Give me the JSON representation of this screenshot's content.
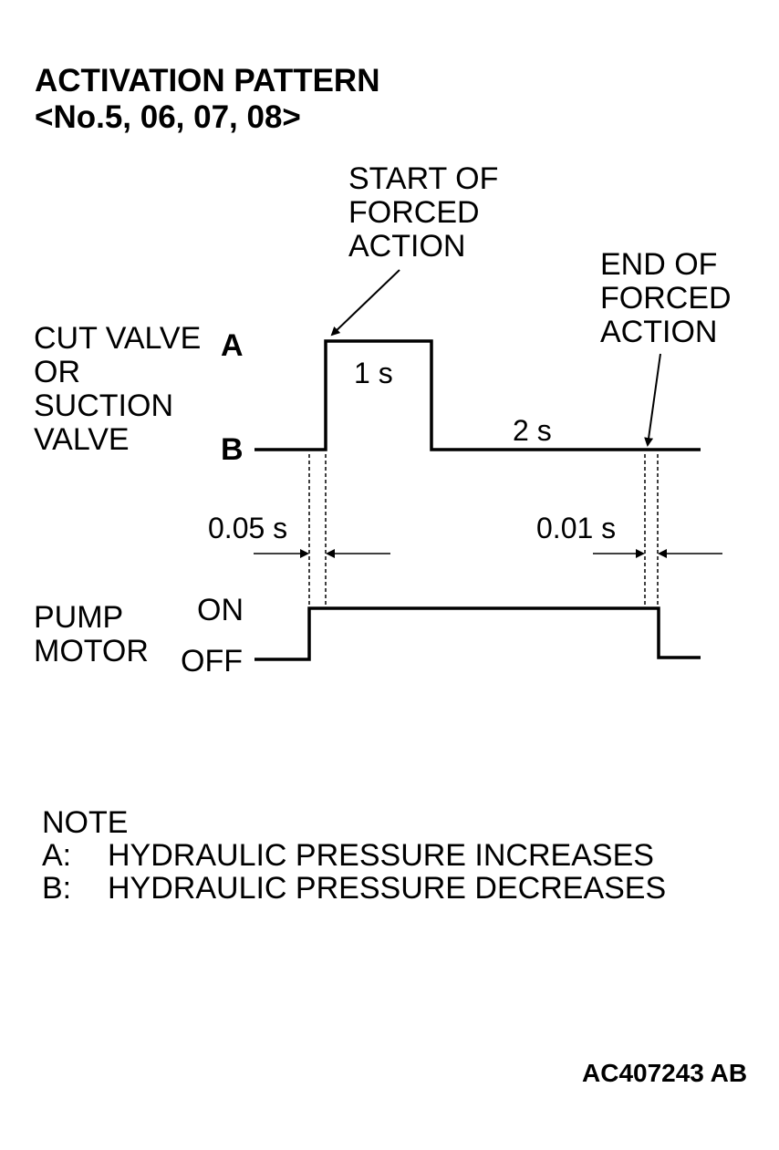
{
  "title": {
    "line1": "ACTIVATION PATTERN",
    "line2": "<No.5, 06, 07, 08>"
  },
  "annotations": {
    "start": [
      "START OF",
      "FORCED",
      "ACTION"
    ],
    "end": [
      "END OF",
      "FORCED",
      "ACTION"
    ]
  },
  "valve": {
    "label": [
      "CUT VALVE",
      "OR",
      "SUCTION",
      "VALVE"
    ],
    "level_a": "A",
    "level_b": "B",
    "duration_high": "1 s",
    "duration_low": "2 s"
  },
  "delays": {
    "start": "0.05 s",
    "end": "0.01 s"
  },
  "pump": {
    "label": [
      "PUMP",
      "MOTOR"
    ],
    "level_on": "ON",
    "level_off": "OFF"
  },
  "note": {
    "heading": "NOTE",
    "items": [
      {
        "key": "A:",
        "text": "HYDRAULIC PRESSURE INCREASES"
      },
      {
        "key": "B:",
        "text": "HYDRAULIC PRESSURE DECREASES"
      }
    ]
  },
  "figure_code": "AC407243 AB"
}
